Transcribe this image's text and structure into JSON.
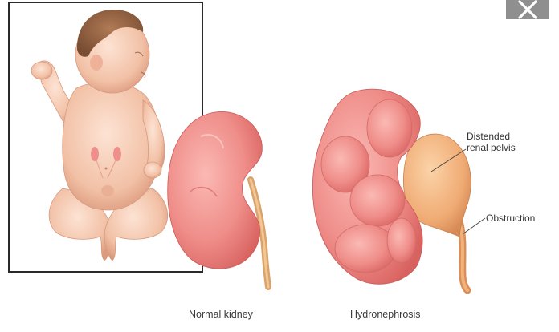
{
  "labels": {
    "distended_line1": "Distended",
    "distended_line2": "renal pelvis",
    "obstruction": "Obstruction",
    "normal_kidney": "Normal kidney",
    "hydronephrosis": "Hydronephrosis"
  },
  "icons": {
    "close": "close-icon",
    "baby": "baby-illustration",
    "normal_kidney": "normal-kidney-illustration",
    "hydronephrotic_kidney": "hydronephrotic-kidney-illustration"
  },
  "colors": {
    "skin": "#f3c6ad",
    "kidney": "#ef8f8c",
    "pelvis": "#f2b27a",
    "frame": "#2a2a2a",
    "close_bg": "#8f8f8f"
  }
}
